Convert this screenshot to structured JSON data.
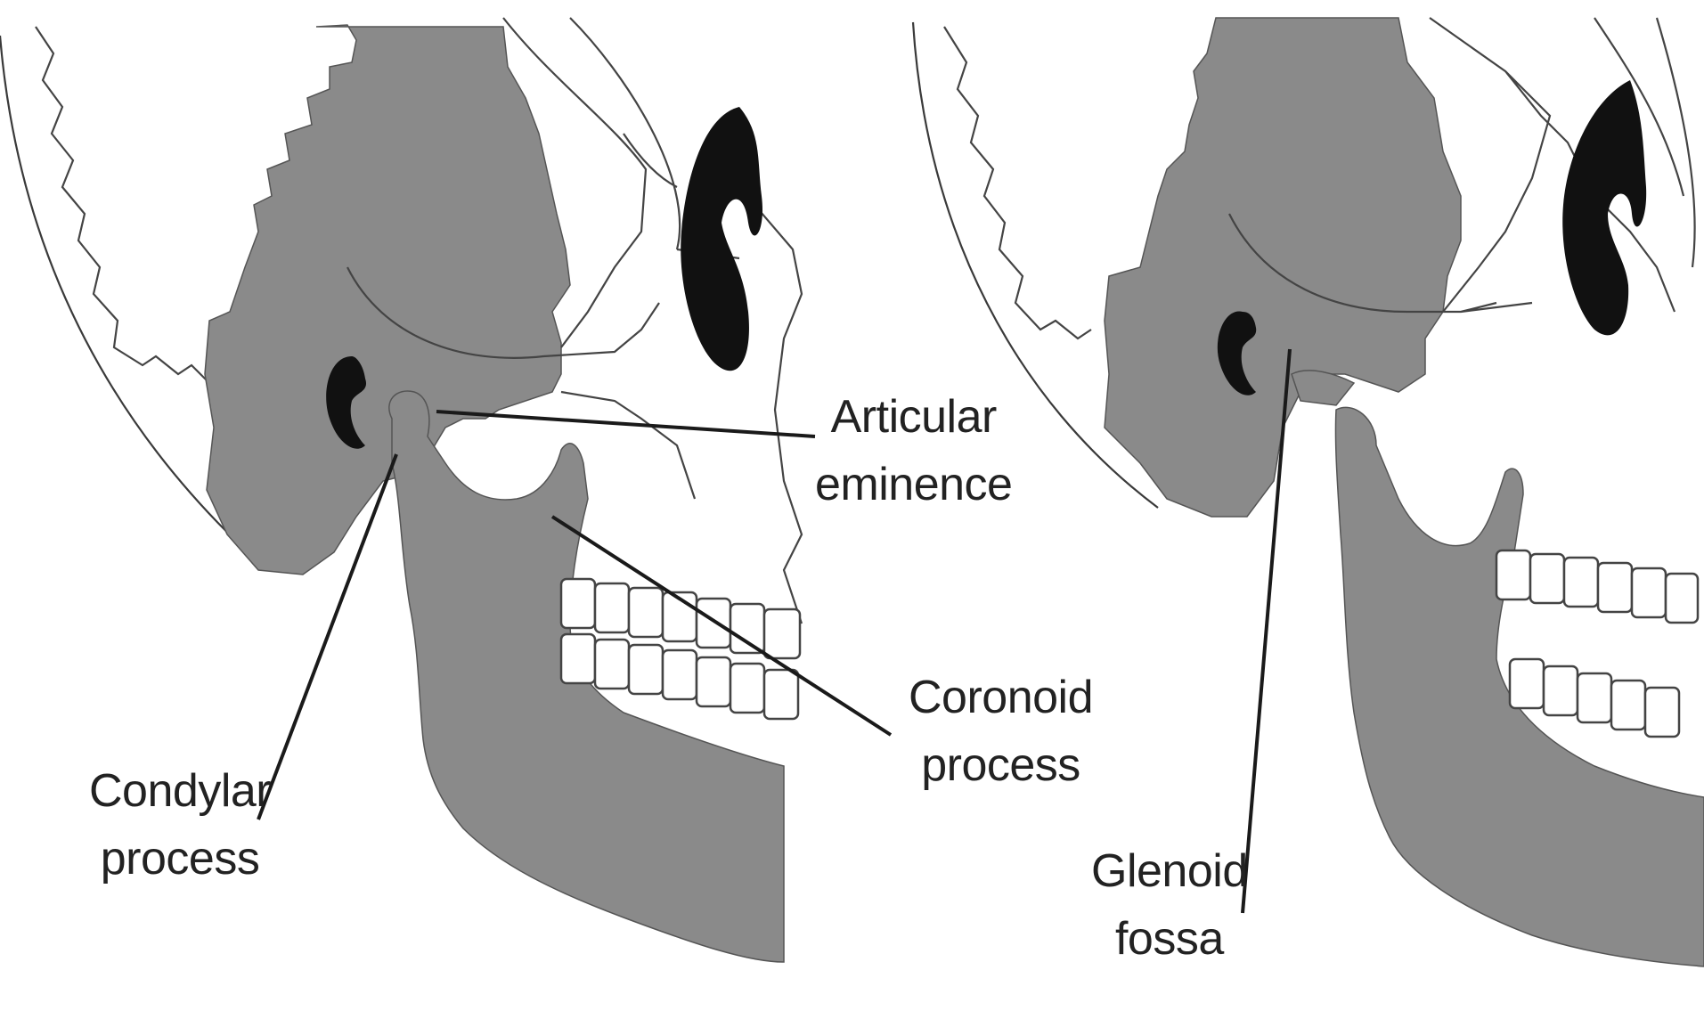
{
  "colors": {
    "background": "#ffffff",
    "bone_gray": "#8a8a8a",
    "ink": "#111111",
    "line": "#444444"
  },
  "labels": {
    "articular_line1": "Articular",
    "articular_line2": "eminence",
    "coronoid_line1": "Coronoid",
    "coronoid_line2": "process",
    "condylar_line1": "Condylar",
    "condylar_line2": "process",
    "glenoid_line1": "Glenoid",
    "glenoid_line2": "fossa"
  }
}
